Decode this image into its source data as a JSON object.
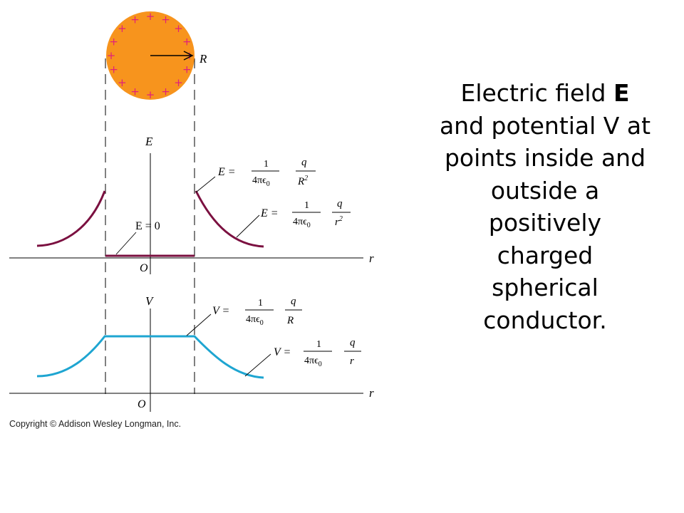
{
  "sphere": {
    "charge_sign": "+",
    "radius_label": "R",
    "fill_color": "#f7941d",
    "charge_color": "#e0207a"
  },
  "e_plot": {
    "axis_label": "E",
    "r_label": "r",
    "origin_label": "O",
    "inside_label": "E = 0",
    "surface_formula": {
      "lhs": "E =",
      "num": "1",
      "den": "4πϵ",
      "den_sub": "0",
      "var_num": "q",
      "var_den": "R",
      "var_den_sup": "2"
    },
    "outside_formula": {
      "lhs": "E =",
      "num": "1",
      "den": "4πϵ",
      "den_sub": "0",
      "var_num": "q",
      "var_den": "r",
      "var_den_sup": "2"
    },
    "curve_color": "#7b1040"
  },
  "v_plot": {
    "axis_label": "V",
    "r_label": "r",
    "origin_label": "O",
    "surface_formula": {
      "lhs": "V =",
      "num": "1",
      "den": "4πϵ",
      "den_sub": "0",
      "var_num": "q",
      "var_den": "R"
    },
    "outside_formula": {
      "lhs": "V =",
      "num": "1",
      "den": "4πϵ",
      "den_sub": "0",
      "var_num": "q",
      "var_den": "r"
    },
    "curve_color": "#1ea5d1"
  },
  "caption": {
    "line1_pre": "Electric field ",
    "line1_bold": "E",
    "line2": "and potential V at",
    "line3": "points inside and",
    "line4": "outside a",
    "line5": "positively",
    "line6": "charged",
    "line7": "spherical",
    "line8": "conductor."
  },
  "copyright": "Copyright © Addison Wesley Longman, Inc."
}
